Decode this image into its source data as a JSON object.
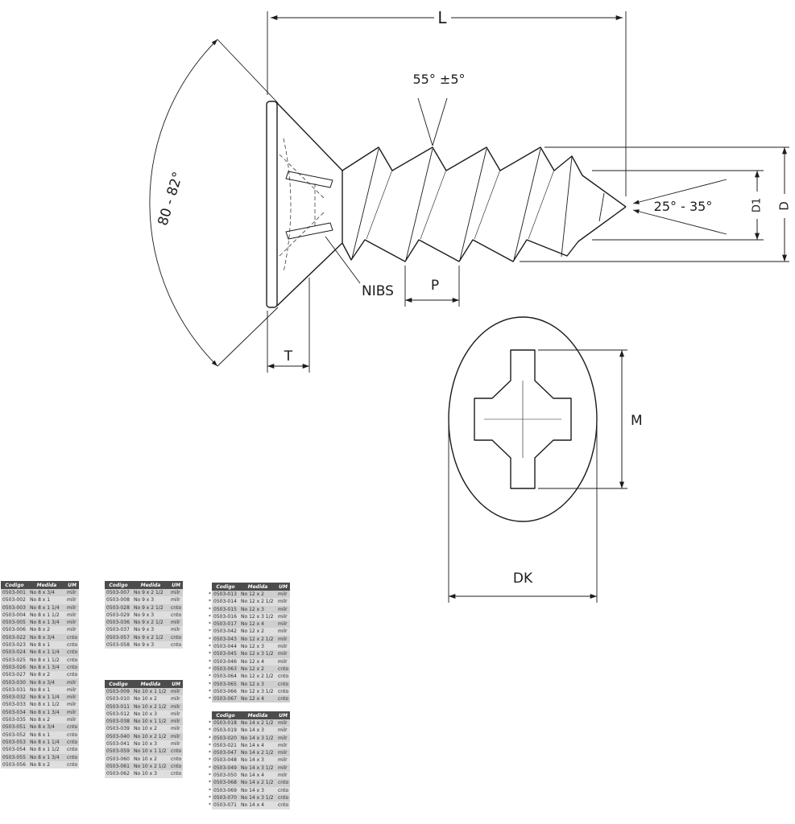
{
  "diagram": {
    "length_label": "L",
    "thread_angle_label": "55° ±5°",
    "head_angle_label": "80 - 82°",
    "tip_angle_label": "25° - 35°",
    "minor_diameter_label": "D1",
    "major_diameter_label": "D",
    "nibs_label": "NIBS",
    "pitch_label": "P",
    "head_height_label": "T",
    "recess_width_label": "M",
    "head_diameter_label": "DK"
  },
  "tables": [
    {
      "name": "no8",
      "headers": [
        "Codigo",
        "Medida",
        "UM"
      ],
      "rows": [
        [
          "0503-001",
          "No 8 x 3/4",
          "milr"
        ],
        [
          "0503-002",
          "No 8 x 1",
          "milr"
        ],
        [
          "0503-003",
          "No 8 x 1 1/4",
          "milr"
        ],
        [
          "0503-004",
          "No 8 x 1 1/2",
          "milr"
        ],
        [
          "0503-005",
          "No 8 x 1 3/4",
          "milr"
        ],
        [
          "0503-006",
          "No 8 x 2",
          "milr"
        ],
        [
          "0503-022",
          "No 8 x 3/4",
          "cnto"
        ],
        [
          "0503-023",
          "No 8 x 1",
          "cnto"
        ],
        [
          "0503-024",
          "No 8 x 1 1/4",
          "cnto"
        ],
        [
          "0503-025",
          "No 8 x 1 1/2",
          "cnto"
        ],
        [
          "0503-026",
          "No 8 x 1 3/4",
          "cnto"
        ],
        [
          "0503-027",
          "No 8 x 2",
          "cnto"
        ],
        [
          "0503-030",
          "No 8 x 3/4",
          "milr"
        ],
        [
          "0503-031",
          "No 8 x 1",
          "milr"
        ],
        [
          "0503-032",
          "No 8 x 1 1/4",
          "milr"
        ],
        [
          "0503-033",
          "No 8 x 1 1/2",
          "milr"
        ],
        [
          "0503-034",
          "No 8 x 1 3/4",
          "milr"
        ],
        [
          "0503-035",
          "No 8 x 2",
          "milr"
        ],
        [
          "0503-051",
          "No 8 x 3/4",
          "cnto"
        ],
        [
          "0503-052",
          "No 8 x 1",
          "cnto"
        ],
        [
          "0503-053",
          "No 8 x 1 1/4",
          "cnto"
        ],
        [
          "0503-054",
          "No 8 x 1 1/2",
          "cnto"
        ],
        [
          "0503-055",
          "No 8 x 1 3/4",
          "cnto"
        ],
        [
          "0503-056",
          "No 8 x 2",
          "cnto"
        ]
      ]
    },
    {
      "name": "no9",
      "headers": [
        "Codigo",
        "Medida",
        "UM"
      ],
      "rows": [
        [
          "0503-007",
          "No 9 x 2 1/2",
          "milr"
        ],
        [
          "0503-008",
          "No 9 x 3",
          "milr"
        ],
        [
          "0503-028",
          "No 9 x 2 1/2",
          "cnto"
        ],
        [
          "0503-029",
          "No 9 x 3",
          "cnto"
        ],
        [
          "0503-036",
          "No 9 x 2 1/2",
          "milr"
        ],
        [
          "0503-037",
          "No 9 x 3",
          "milr"
        ],
        [
          "0503-057",
          "No 9 x 2 1/2",
          "cnto"
        ],
        [
          "0503-058",
          "No 9 x 3",
          "cnto"
        ]
      ]
    },
    {
      "name": "no10",
      "headers": [
        "Codigo",
        "Medida",
        "UM"
      ],
      "rows": [
        [
          "0503-009",
          "No 10 x 1 1/2",
          "milr"
        ],
        [
          "0503-010",
          "No 10 x 2",
          "milr"
        ],
        [
          "0503-011",
          "No 10 x 2 1/2",
          "milr"
        ],
        [
          "0503-012",
          "No 10 x 3",
          "milr"
        ],
        [
          "0503-038",
          "No 10 x 1 1/2",
          "milr"
        ],
        [
          "0503-039",
          "No 10 x 2",
          "milr"
        ],
        [
          "0503-040",
          "No 10 x 2 1/2",
          "milr"
        ],
        [
          "0503-041",
          "No 10 x 3",
          "milr"
        ],
        [
          "0503-059",
          "No 10 x 1 1/2",
          "cnto"
        ],
        [
          "0503-060",
          "No 10 x 2",
          "cnto"
        ],
        [
          "0503-061",
          "No 10 x 2 1/2",
          "cnto"
        ],
        [
          "0503-062",
          "No 10 x 3",
          "cnto"
        ]
      ]
    },
    {
      "name": "no12",
      "star": "*",
      "headers": [
        "Codigo",
        "Medida",
        "UM"
      ],
      "rows": [
        [
          "0503-013",
          "No 12 x 2",
          "milr"
        ],
        [
          "0503-014",
          "No 12 x 2 1/2",
          "milr"
        ],
        [
          "0503-015",
          "No 12 x 3",
          "milr"
        ],
        [
          "0503-016",
          "No 12 x 3 1/2",
          "milr"
        ],
        [
          "0503-017",
          "No 12 x 4",
          "milr"
        ],
        [
          "0503-042",
          "No 12 x 2",
          "milr"
        ],
        [
          "0503-043",
          "No 12 x 2 1/2",
          "milr"
        ],
        [
          "0503-044",
          "No 12 x 3",
          "milr"
        ],
        [
          "0503-045",
          "No 12 x 3 1/2",
          "milr"
        ],
        [
          "0503-046",
          "No 12 x 4",
          "milr"
        ],
        [
          "0503-063",
          "No 12 x 2",
          "cnto"
        ],
        [
          "0503-064",
          "No 12 x 2 1/2",
          "cnto"
        ],
        [
          "0503-065",
          "No 12 x 3",
          "cnto"
        ],
        [
          "0503-066",
          "No 12 x 3 1/2",
          "cnto"
        ],
        [
          "0503-067",
          "No 12 x 4",
          "cnto"
        ]
      ]
    },
    {
      "name": "no14",
      "star": "*",
      "headers": [
        "Codigo",
        "Medida",
        "UM"
      ],
      "rows": [
        [
          "0503-018",
          "No 14 x 2 1/2",
          "milr"
        ],
        [
          "0503-019",
          "No 14 x 3",
          "milr"
        ],
        [
          "0503-020",
          "No 14 x 3 1/2",
          "milr"
        ],
        [
          "0503-021",
          "No 14 x 4",
          "milr"
        ],
        [
          "0503-047",
          "No 14 x 2 1/2",
          "milr"
        ],
        [
          "0503-048",
          "No 14 x 3",
          "milr"
        ],
        [
          "0503-049",
          "No 14 x 3 1/2",
          "milr"
        ],
        [
          "0503-050",
          "No 14 x 4",
          "milr"
        ],
        [
          "0503-068",
          "No 14 x 2 1/2",
          "cnto"
        ],
        [
          "0503-069",
          "No 14 x 3",
          "cnto"
        ],
        [
          "0503-070",
          "No 14 x 3 1/2",
          "cnto"
        ],
        [
          "0503-071",
          "No 14 x 4",
          "cnto"
        ]
      ]
    }
  ]
}
